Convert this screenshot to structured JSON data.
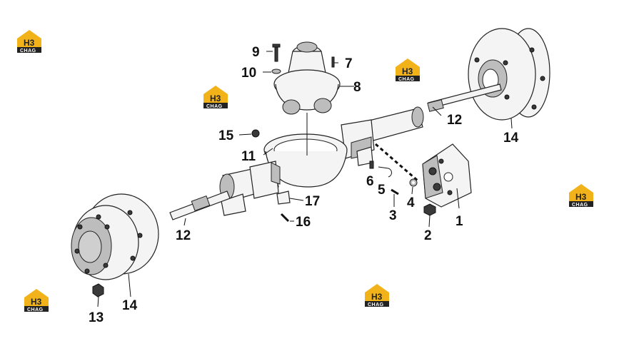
{
  "watermark": {
    "brand_mark": "H3",
    "brand_text": "CHAG",
    "accent_color": "#f2b21a",
    "count": 6
  },
  "callouts": [
    {
      "id": "c1",
      "label": "1"
    },
    {
      "id": "c2",
      "label": "2"
    },
    {
      "id": "c3",
      "label": "3"
    },
    {
      "id": "c4",
      "label": "4"
    },
    {
      "id": "c5",
      "label": "5"
    },
    {
      "id": "c6",
      "label": "6"
    },
    {
      "id": "c7",
      "label": "7"
    },
    {
      "id": "c8",
      "label": "8"
    },
    {
      "id": "c9",
      "label": "9"
    },
    {
      "id": "c10",
      "label": "10"
    },
    {
      "id": "c11",
      "label": "11"
    },
    {
      "id": "c12a",
      "label": "12"
    },
    {
      "id": "c12b",
      "label": "12"
    },
    {
      "id": "c13",
      "label": "13"
    },
    {
      "id": "c14a",
      "label": "14"
    },
    {
      "id": "c14b",
      "label": "14"
    },
    {
      "id": "c15",
      "label": "15"
    },
    {
      "id": "c16",
      "label": "16"
    },
    {
      "id": "c17",
      "label": "17"
    }
  ]
}
